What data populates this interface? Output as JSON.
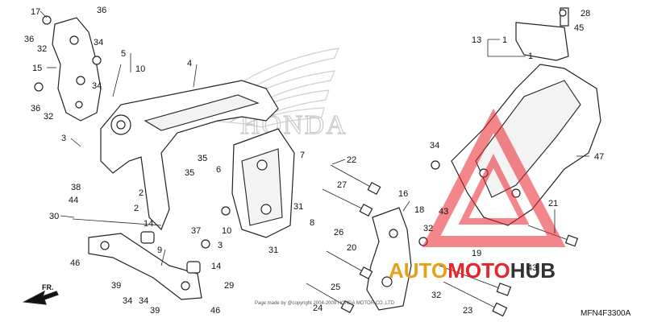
{
  "diagram": {
    "code": "MFN4F3300A",
    "copyright": "Page made by @copyright 2004-2009 HONDA MOTOR CO.,LTD",
    "front_label": "FR.",
    "brand_outline": "HONDA",
    "watermark": {
      "part1": "AUTO",
      "part2": "MOTO",
      "part3": "HUB",
      "color_accent": "#e8232a",
      "color_gold": "#e3a21a",
      "color_dark": "#333333"
    },
    "callouts": [
      {
        "id": "c17",
        "text": "17"
      },
      {
        "id": "c36a",
        "text": "36"
      },
      {
        "id": "c36b",
        "text": "36"
      },
      {
        "id": "c32a",
        "text": "32"
      },
      {
        "id": "c15",
        "text": "15"
      },
      {
        "id": "c36c",
        "text": "36"
      },
      {
        "id": "c32b",
        "text": "32"
      },
      {
        "id": "c34a",
        "text": "34"
      },
      {
        "id": "c34b",
        "text": "34"
      },
      {
        "id": "c5",
        "text": "5"
      },
      {
        "id": "c10a",
        "text": "10"
      },
      {
        "id": "c4",
        "text": "4"
      },
      {
        "id": "c3a",
        "text": "3"
      },
      {
        "id": "c2a",
        "text": "2"
      },
      {
        "id": "c2b",
        "text": "2"
      },
      {
        "id": "c38",
        "text": "38"
      },
      {
        "id": "c44",
        "text": "44"
      },
      {
        "id": "c30",
        "text": "30"
      },
      {
        "id": "c14a",
        "text": "14"
      },
      {
        "id": "c9",
        "text": "9"
      },
      {
        "id": "c46a",
        "text": "46"
      },
      {
        "id": "c39a",
        "text": "39"
      },
      {
        "id": "c34c",
        "text": "34"
      },
      {
        "id": "c34d",
        "text": "34"
      },
      {
        "id": "c39b",
        "text": "39"
      },
      {
        "id": "c46b",
        "text": "46"
      },
      {
        "id": "c29",
        "text": "29"
      },
      {
        "id": "c14b",
        "text": "14"
      },
      {
        "id": "c3b",
        "text": "3"
      },
      {
        "id": "c37",
        "text": "37"
      },
      {
        "id": "c10b",
        "text": "10"
      },
      {
        "id": "c35a",
        "text": "35"
      },
      {
        "id": "c35b",
        "text": "35"
      },
      {
        "id": "c6",
        "text": "6"
      },
      {
        "id": "c7",
        "text": "7"
      },
      {
        "id": "c31a",
        "text": "31"
      },
      {
        "id": "c8",
        "text": "8"
      },
      {
        "id": "c31b",
        "text": "31"
      },
      {
        "id": "c22",
        "text": "22"
      },
      {
        "id": "c27",
        "text": "27"
      },
      {
        "id": "c26",
        "text": "26"
      },
      {
        "id": "c20",
        "text": "20"
      },
      {
        "id": "c25",
        "text": "25"
      },
      {
        "id": "c24",
        "text": "24"
      },
      {
        "id": "c16",
        "text": "16"
      },
      {
        "id": "c18",
        "text": "18"
      },
      {
        "id": "c32c",
        "text": "32"
      },
      {
        "id": "c32d",
        "text": "32"
      },
      {
        "id": "c19",
        "text": "19"
      },
      {
        "id": "c23",
        "text": "23"
      },
      {
        "id": "c34e",
        "text": "34"
      },
      {
        "id": "c43a",
        "text": "43"
      },
      {
        "id": "c43b",
        "text": "43"
      },
      {
        "id": "c21",
        "text": "21"
      },
      {
        "id": "c47",
        "text": "47"
      },
      {
        "id": "c13",
        "text": "13"
      },
      {
        "id": "c1a",
        "text": "1"
      },
      {
        "id": "c1b",
        "text": "1"
      },
      {
        "id": "c28",
        "text": "28"
      },
      {
        "id": "c45",
        "text": "45"
      }
    ]
  }
}
